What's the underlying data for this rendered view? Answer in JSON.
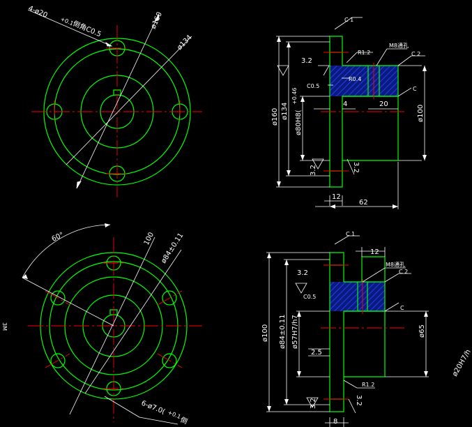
{
  "colors": {
    "background": "#000000",
    "outline": "#00ff00",
    "center_line": "#ff0000",
    "dimension": "#ffffff",
    "hatch": "#0000ff"
  },
  "flange_top": {
    "front_view": {
      "hole_callout": "4-ø20 ",
      "hole_tol": "+0.1",
      "chamfer": "倒角C0.5",
      "pcd": "ø160",
      "od": "ø134"
    },
    "section_view": {
      "c1": "C 1",
      "r12": "R1.2",
      "m8": "M8通孔",
      "c2": "C 2",
      "roughness_top": "3.2",
      "r04": "R0.4",
      "c05": "C0.5",
      "c_right": "C",
      "d160": "ø160",
      "d134": "ø134",
      "d80": "ø80H8(",
      "d80_tol": "+0.46",
      "dim4": "4",
      "dim20": "20",
      "d100": "ø100",
      "rough_left": "3.2",
      "rough_right": "3.2",
      "dim12": "12",
      "dim62": "62"
    }
  },
  "flange_bottom": {
    "front_view": {
      "angle": "60°",
      "dim100": "100",
      "pcd": "ø84±0.11",
      "hole_callout": "6-ø7.0(",
      "hole_tol": "+0.1",
      "hole_tail": "倒"
    },
    "section_view": {
      "c1": "C 1",
      "dim12": "12",
      "m8": "M8通孔",
      "c2": "C 2",
      "roughness_top": "3.2",
      "c05": "C0.5",
      "c_right": "C",
      "d100": "ø100",
      "d84": "ø84±0.11",
      "d57": "ø57H7/h7",
      "d65": "ø65",
      "dim25": "2.5",
      "r12": "R1.2",
      "rough_left": "3.2",
      "rough_right": "3.2",
      "dim8": "8",
      "right_edge": "ø20H7/h"
    }
  },
  "left_edge_label": "3M"
}
